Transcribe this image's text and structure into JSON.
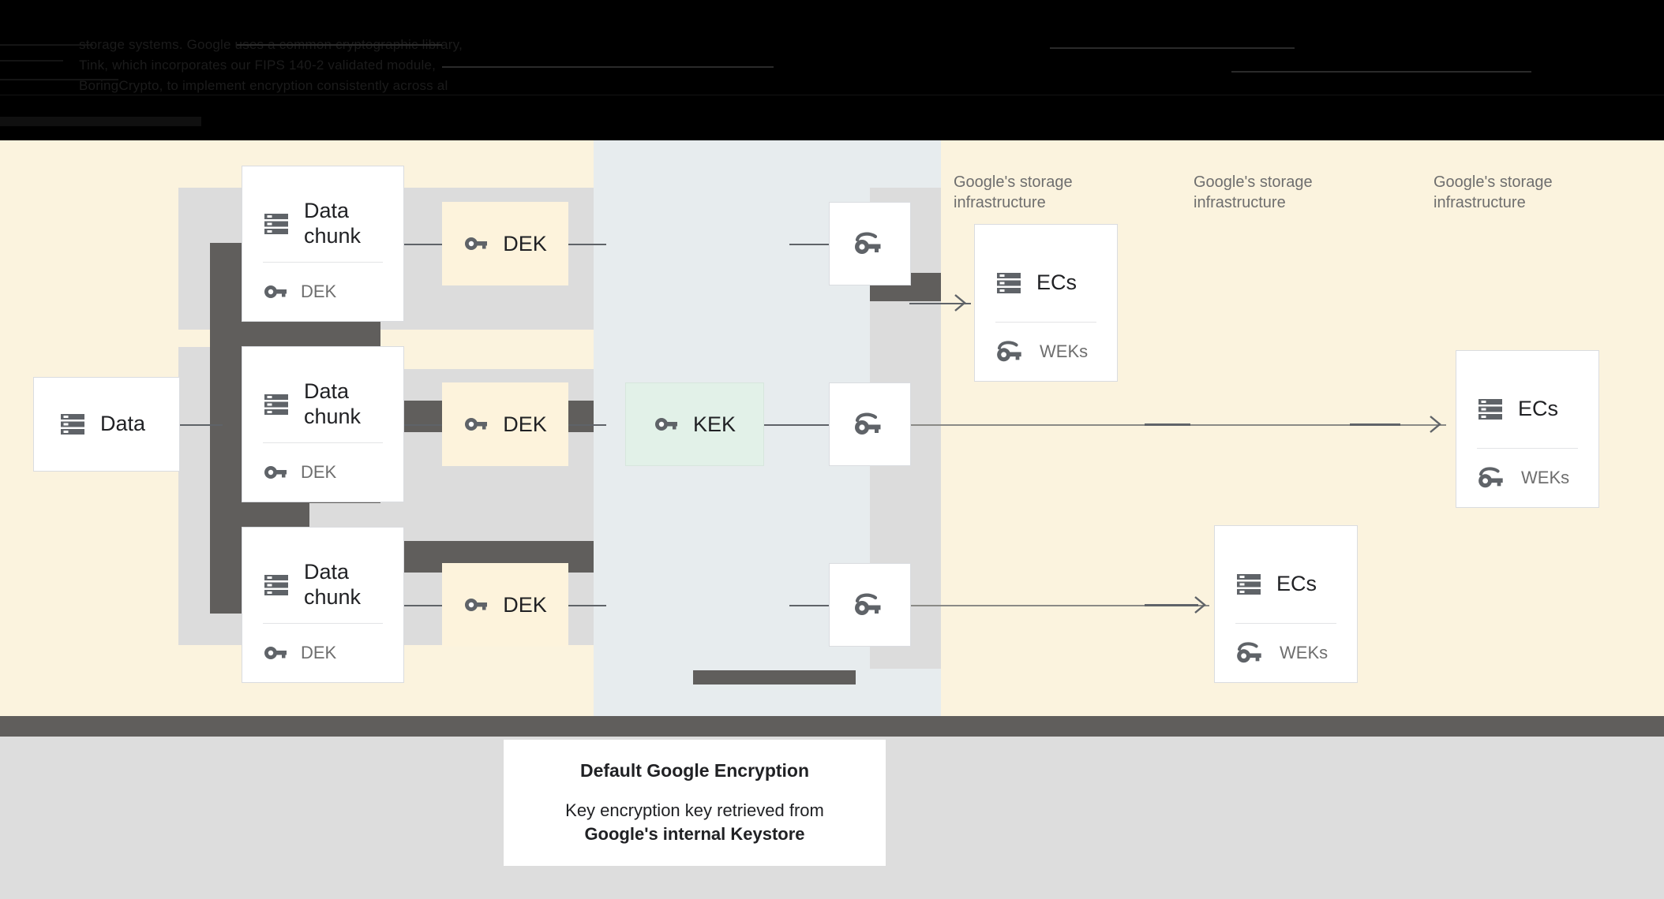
{
  "header": {
    "obscured_lines": [
      "storage     systems. Google uses a     common cryptographic library,",
      "Tink,  which   incorporates   our   FIPS  140-2   validated   module,",
      "BoringCrypto,  to  implement  encryption  consistently  across  al"
    ],
    "note": "header text is rendered dark-on-dark and is effectively illegible in the screenshot"
  },
  "diagram": {
    "source_block": {
      "label": "Data",
      "icon": "storage-icon"
    },
    "chunks": [
      {
        "title": "Data\nchunk",
        "icon": "storage-icon",
        "footer_label": "DEK",
        "footer_icon": "key-icon"
      },
      {
        "title": "Data\nchunk",
        "icon": "storage-icon",
        "footer_label": "DEK",
        "footer_icon": "key-icon"
      },
      {
        "title": "Data\nchunk",
        "icon": "storage-icon",
        "footer_label": "DEK",
        "footer_icon": "key-icon"
      }
    ],
    "dek_boxes": [
      {
        "label": "DEK",
        "icon": "key-icon"
      },
      {
        "label": "DEK",
        "icon": "key-icon"
      },
      {
        "label": "DEK",
        "icon": "key-icon"
      }
    ],
    "kek_box": {
      "label": "KEK",
      "icon": "key-icon"
    },
    "wrapped_keys": [
      {
        "icon": "wrapped-key-icon"
      },
      {
        "icon": "wrapped-key-icon"
      },
      {
        "icon": "wrapped-key-icon"
      }
    ],
    "infra_labels": [
      "Google's storage\ninfrastructure",
      "Google's storage\ninfrastructure",
      "Google's storage\ninfrastructure"
    ],
    "ec_cards": [
      {
        "title": "ECs",
        "icon": "storage-icon",
        "footer_label": "WEKs",
        "footer_icon": "wrapped-key-icon"
      },
      {
        "title": "ECs",
        "icon": "storage-icon",
        "footer_label": "WEKs",
        "footer_icon": "wrapped-key-icon"
      },
      {
        "title": "ECs",
        "icon": "storage-icon",
        "footer_label": "WEKs",
        "footer_icon": "wrapped-key-icon"
      }
    ]
  },
  "caption": {
    "title": "Default Google Encryption",
    "body_line1": "Key encryption key retrieved from",
    "body_line2": "Google's internal Keystore"
  },
  "colors": {
    "canvas_cream": "#FBF3DE",
    "band_mid": "#E7ECEE",
    "lane_gray": "#DCDCDC",
    "dek_fill": "#FDF3DC",
    "kek_fill": "#E2F1E8",
    "occlusion_gray": "#605E5C",
    "footer_gray": "#DDDDDD",
    "icon_gray": "#5F6368",
    "muted_text": "#6E6E6E"
  }
}
